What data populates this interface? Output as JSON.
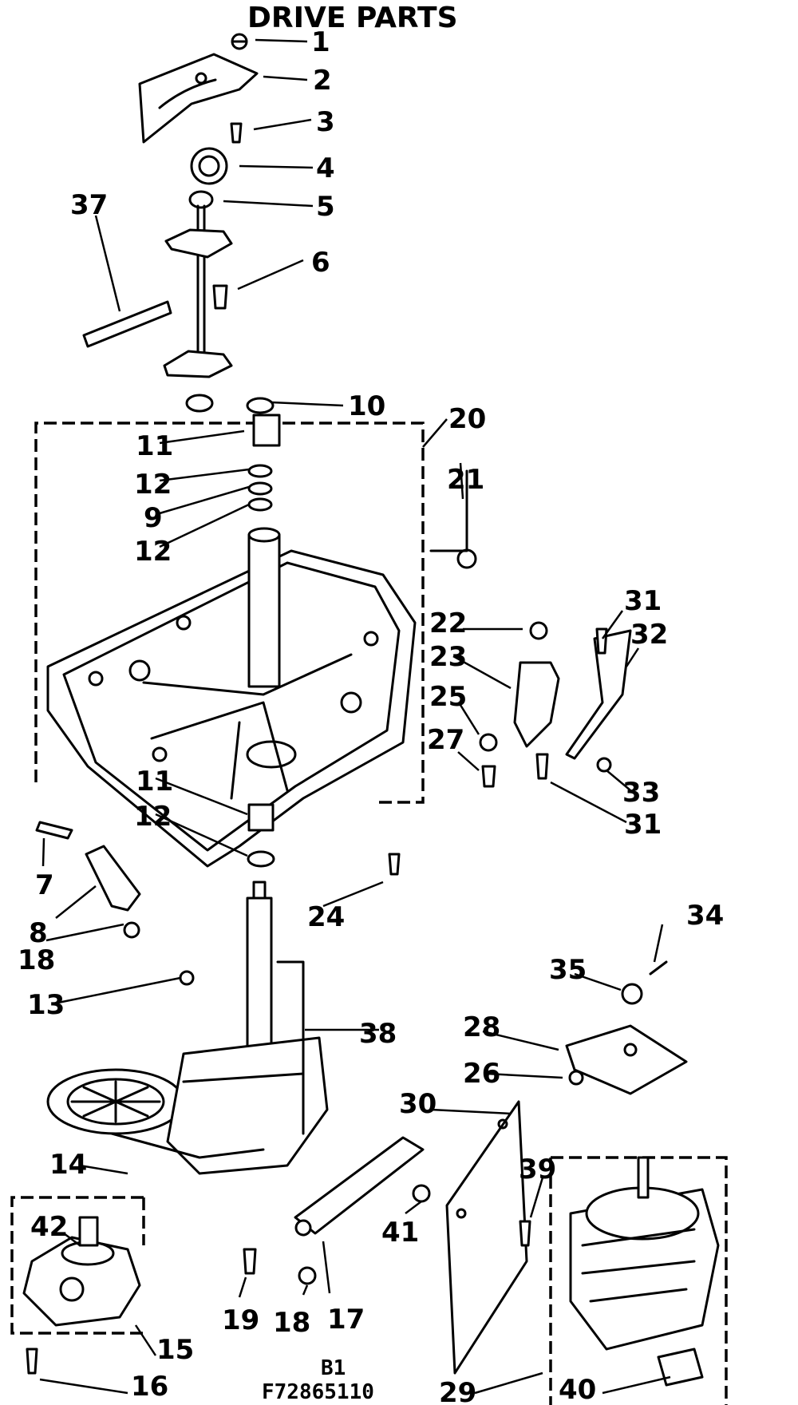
{
  "title": "DRIVE PARTS",
  "diagram_code_1": "B1",
  "diagram_code_2": "F72865110",
  "callouts": [
    "1",
    "2",
    "3",
    "4",
    "5",
    "6",
    "37",
    "10",
    "20",
    "11",
    "12",
    "9",
    "12",
    "21",
    "22",
    "31",
    "32",
    "23",
    "25",
    "27",
    "33",
    "31",
    "11",
    "12",
    "7",
    "8",
    "24",
    "18",
    "34",
    "35",
    "13",
    "38",
    "28",
    "26",
    "30",
    "14",
    "39",
    "42",
    "41",
    "19",
    "18",
    "17",
    "15",
    "16",
    "29",
    "40"
  ]
}
